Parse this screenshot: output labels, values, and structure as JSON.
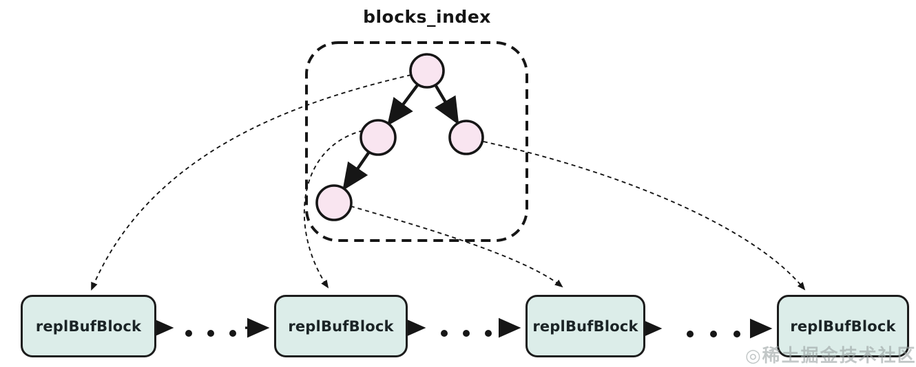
{
  "title": "blocks_index",
  "tree": {
    "container_label": "blocks_index",
    "node_shape": "circle",
    "node_count": 4,
    "structure": "root with left and right child; left child has one left child",
    "edges": [
      "root->left",
      "root->right",
      "left->left-left"
    ]
  },
  "blocks": [
    {
      "label": "replBufBlock"
    },
    {
      "label": "replBufBlock"
    },
    {
      "label": "replBufBlock"
    },
    {
      "label": "replBufBlock"
    }
  ],
  "index_links": [
    {
      "from": "root-node",
      "to": "block-1"
    },
    {
      "from": "left-child-node",
      "to": "block-2"
    },
    {
      "from": "left-left-child-node",
      "to": "block-3"
    },
    {
      "from": "right-child-node",
      "to": "block-4"
    }
  ],
  "ellipsis": "· · ·",
  "watermark": "◎稀土掘金技术社区",
  "colors": {
    "node-fill": "#f9e5f0",
    "block-fill": "#dcede9",
    "line": "#161616",
    "watermark": "#9aa3a2"
  }
}
